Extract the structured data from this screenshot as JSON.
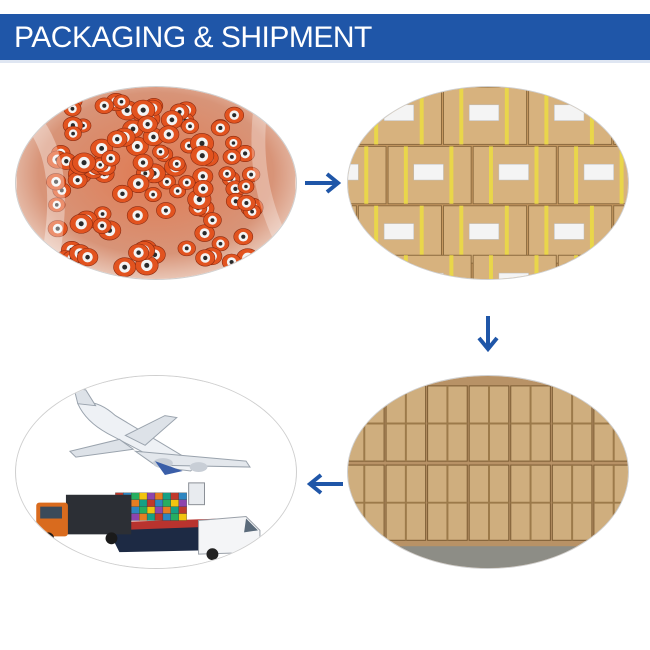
{
  "banner": {
    "title": "PACKAGING & SHIPMENT"
  },
  "colors": {
    "banner": "#1f56a8",
    "arrow": "#1f56a8",
    "roller": "#e2531f",
    "carton": "#d7b27e",
    "crate": "#cfae7e"
  },
  "steps": [
    {
      "image": "orange-rollers-in-bag"
    },
    {
      "image": "stacked-cartons-with-yellow-straps"
    },
    {
      "image": "wooden-crates"
    },
    {
      "image": "airplane-truck-ship-van"
    }
  ],
  "arrows": [
    "arrow-right-icon",
    "arrow-down-icon",
    "arrow-left-icon"
  ]
}
